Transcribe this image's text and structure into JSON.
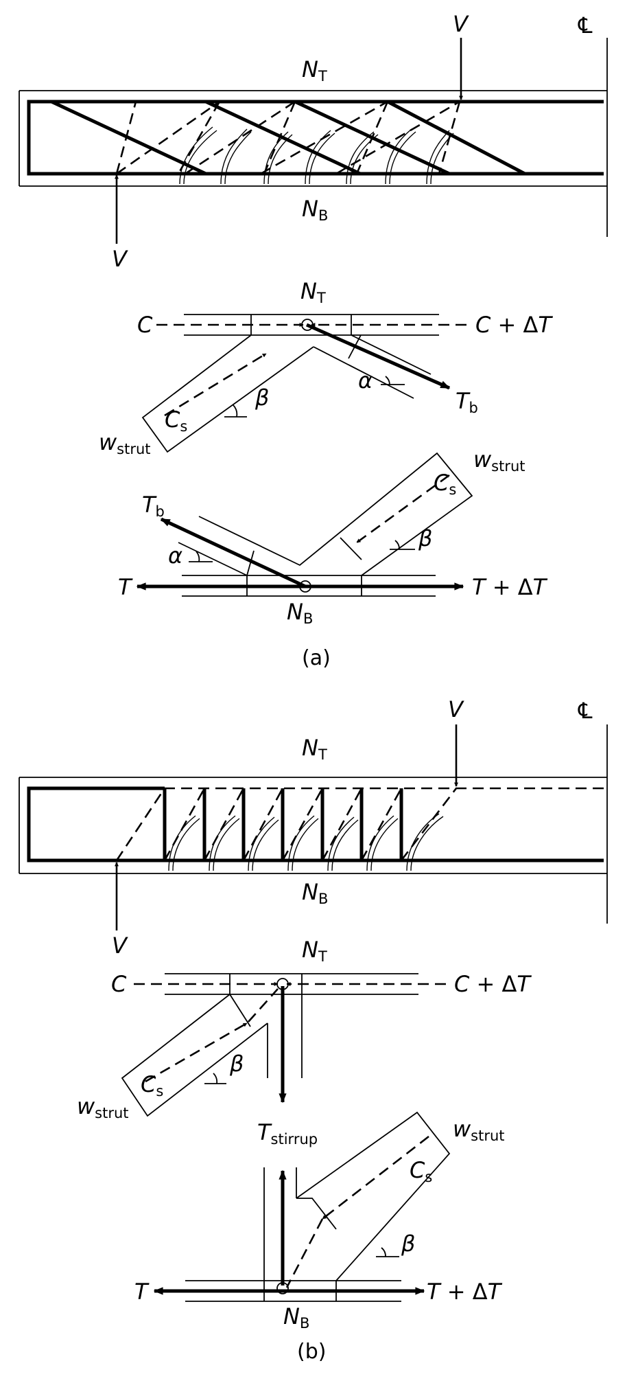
{
  "labels": {
    "V": "V",
    "N": "N",
    "T_sub": "T",
    "B_sub": "B",
    "C": "C",
    "C_plus": "C + ",
    "T": "T",
    "T_plus": "T + ",
    "delta": "Δ",
    "s_sub": "s",
    "b_sub": "b",
    "w": "w",
    "strut_sub": "strut",
    "stirrup_sub": "stirrup",
    "alpha": "α",
    "beta": "β",
    "centerline": "℄"
  },
  "captions": {
    "a": "(a)",
    "b": "(b)"
  }
}
